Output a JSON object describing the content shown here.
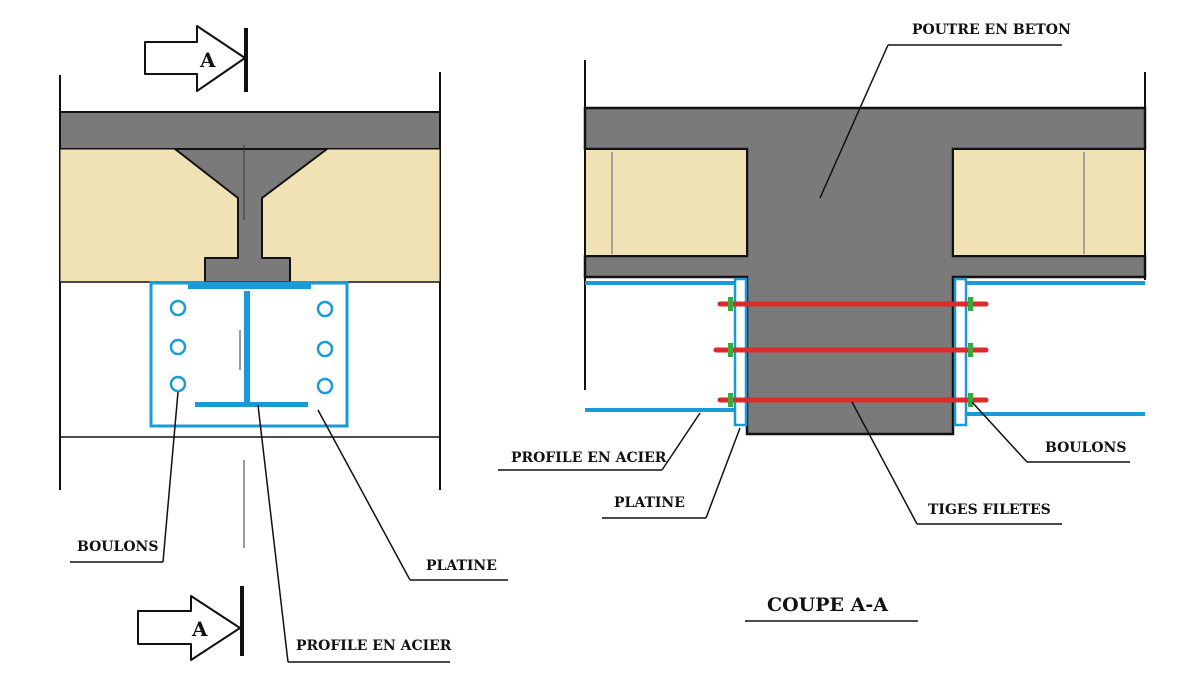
{
  "colors": {
    "concrete": "#7a7a7a",
    "infill": "#f0e2b4",
    "steel": "#1a9ad6",
    "rod": "#dd2a2a",
    "nut": "#3aa83a",
    "ink": "#111111"
  },
  "left_view": {
    "section_marker_top": "A",
    "section_marker_bottom": "A",
    "labels": {
      "boulons": "BOULONS",
      "platine": "PLATINE",
      "profile": "PROFILE EN ACIER"
    }
  },
  "right_view": {
    "labels": {
      "poutre": "POUTRE EN BETON",
      "profile": "PROFILE EN ACIER",
      "platine": "PLATINE",
      "tiges": "TIGES FILETES",
      "boulons": "BOULONS"
    },
    "title": "COUPE A-A"
  }
}
